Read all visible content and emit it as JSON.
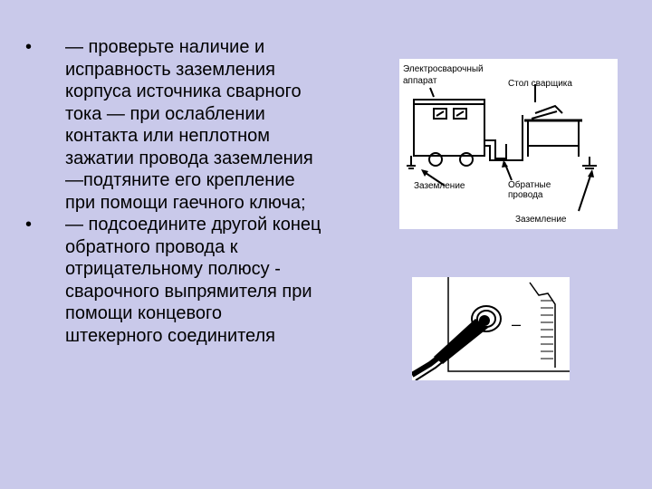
{
  "bullets": [
    {
      "marker": "•",
      "lines": [
        "— проверьте наличие и",
        "исправность заземления",
        "корпуса источника сварного",
        "тока — при ослаблении",
        "контакта или неплотном",
        "зажатии провода заземления",
        "—подтяните его крепление",
        "при помощи гаечного ключа;"
      ]
    },
    {
      "marker": "•",
      "lines": [
        "— подсоедините другой конец",
        "обратного провода к",
        "отрицательному полюсу -",
        "сварочного выпрямителя при",
        "помощи концевого",
        "штекерного соединителя"
      ]
    }
  ],
  "figure1": {
    "label_apparatus_line1": "Электросварочный",
    "label_apparatus_line2": "аппарат",
    "label_table": "Стол сварщика",
    "label_ground_left": "Заземление",
    "label_return_line1": "Обратные",
    "label_return_line2": "провода",
    "label_ground_right": "Заземление"
  },
  "figure2": {
    "polarity_sign": "–"
  }
}
